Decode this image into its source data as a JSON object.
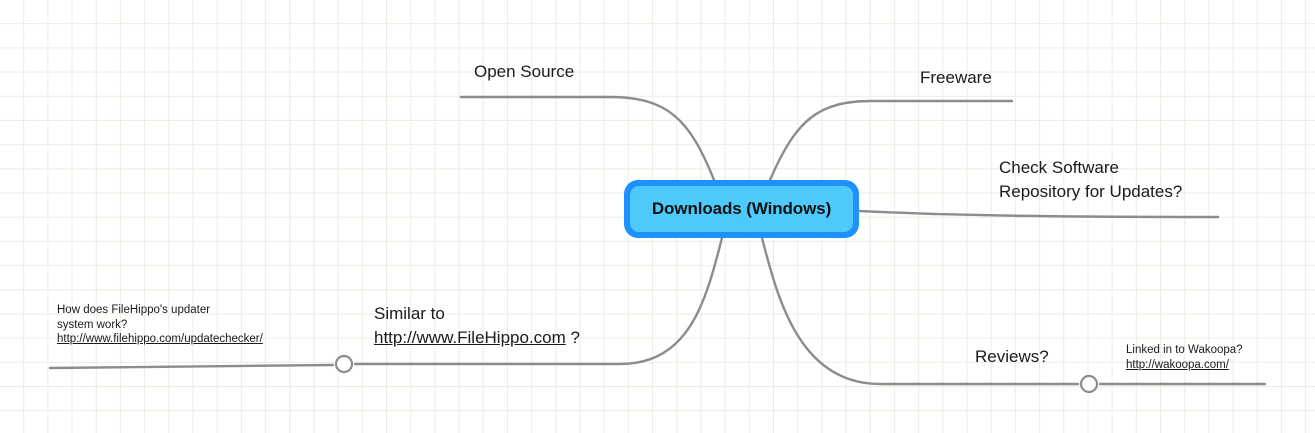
{
  "diagram": {
    "type": "mind-map",
    "background": "#ffffff",
    "grid_color": "#e8efe2",
    "branch_color": "#8c8c8c"
  },
  "center": {
    "label": "Downloads (Windows)",
    "border_color": "#1e90ff",
    "fill_color": "#4dc9fa",
    "text_color": "#111111"
  },
  "branches": [
    {
      "id": "open-source",
      "label": "Open Source",
      "position": "top-left"
    },
    {
      "id": "freeware",
      "label": "Freeware",
      "position": "top-right"
    },
    {
      "id": "check-repo",
      "label_line_1": "Check Software",
      "label_line_2": "Repository for Updates?",
      "position": "right"
    },
    {
      "id": "similar-to",
      "label_prefix": "Similar to",
      "url": "http://www.FileHippo.com",
      "label_suffix": " ?",
      "position": "bottom-left"
    },
    {
      "id": "reviews",
      "label": "Reviews?",
      "position": "bottom-right"
    }
  ],
  "notes": [
    {
      "id": "filehippo-updater",
      "line_1": "How does FileHippo's updater",
      "line_2": "system work?",
      "url": "http://www.filehippo.com/updatechecker/"
    },
    {
      "id": "wakoopa",
      "line_1": "Linked in to Wakoopa?",
      "url": "http://wakoopa.com/"
    }
  ]
}
